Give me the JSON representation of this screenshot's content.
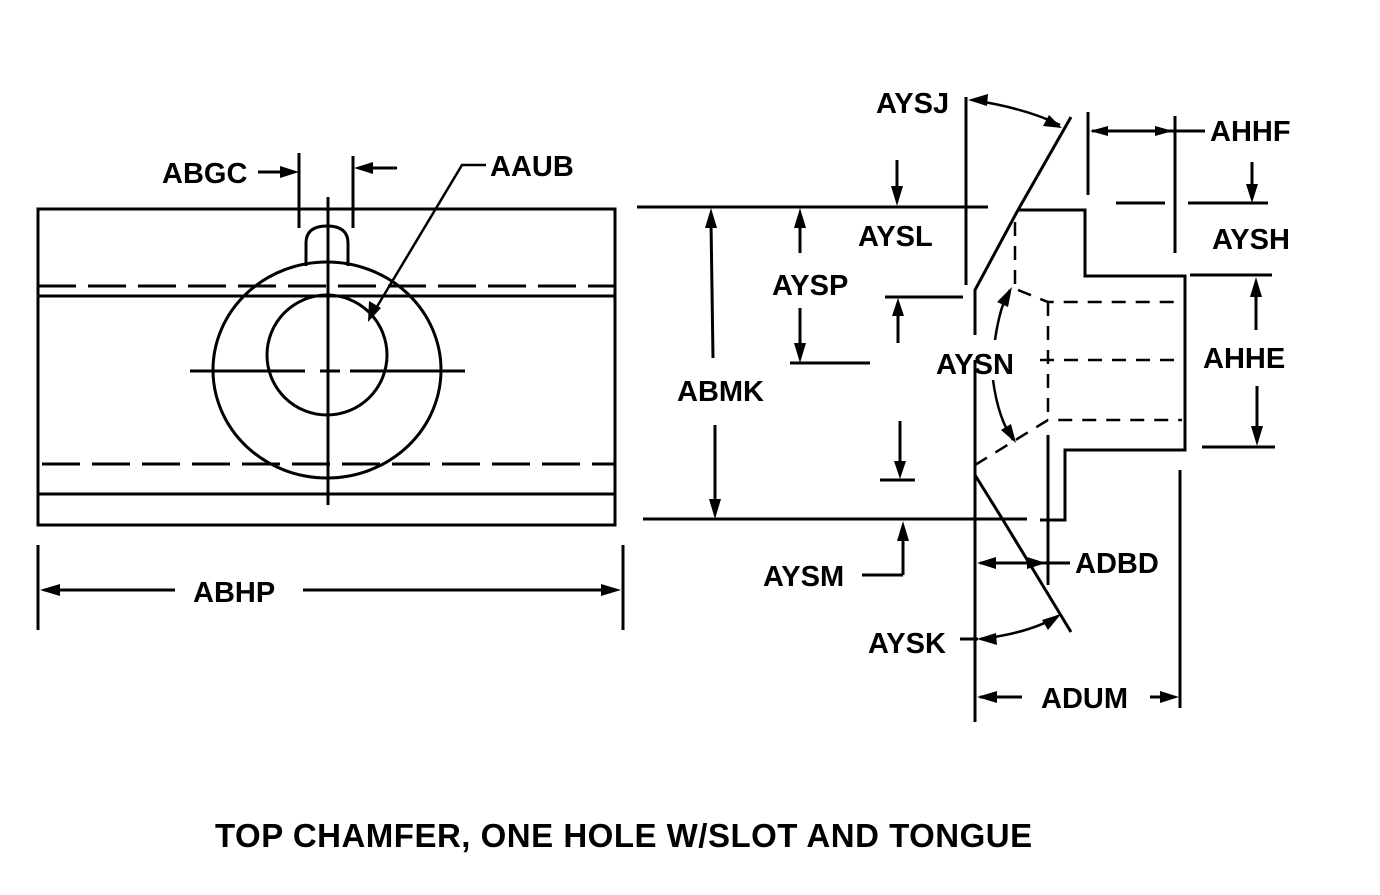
{
  "caption": "TOP CHAMFER, ONE HOLE W/SLOT AND TONGUE",
  "labels": {
    "abgc": "ABGC",
    "aaub": "AAUB",
    "abhp": "ABHP",
    "aysj": "AYSJ",
    "ahhf": "AHHF",
    "aysl": "AYSL",
    "aysh": "AYSH",
    "aysp": "AYSP",
    "aysn": "AYSN",
    "ahhe": "AHHE",
    "abmk": "ABMK",
    "aysm": "AYSM",
    "adbd": "ADBD",
    "aysk": "AYSK",
    "adum": "ADUM"
  },
  "colors": {
    "line": "#000000",
    "background": "#ffffff"
  }
}
